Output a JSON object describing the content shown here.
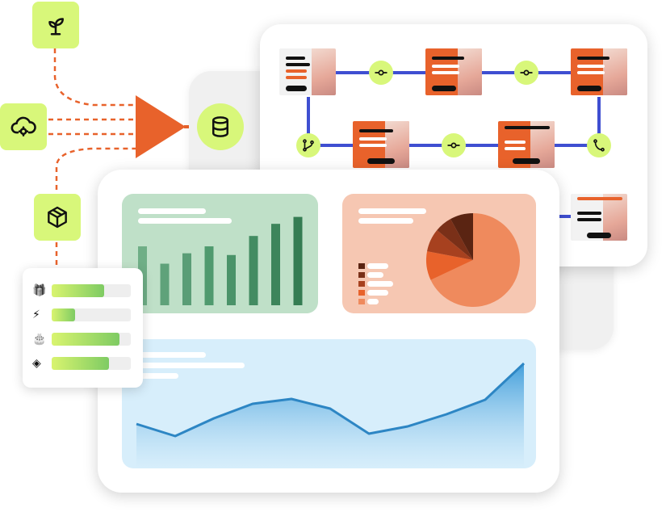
{
  "colors": {
    "accent_lime": "#d8f77a",
    "orange": "#e8622b",
    "flow_blue": "#3f4fd1",
    "bar_green": "#4f9a6e",
    "panel_green": "#bfe0c8",
    "panel_peach": "#f6c7b2",
    "panel_blue": "#d7eefb",
    "line_blue": "#2d86c4"
  },
  "icons": {
    "sprout": "sprout-icon",
    "cloud_gear": "cloud-gear-icon",
    "box": "box-icon",
    "database": "database-icon",
    "funnel": "funnel-triangle-icon"
  },
  "legend_items": [
    {
      "icon": "gift-icon",
      "glyph": "🎁",
      "fill": 0.66
    },
    {
      "icon": "lightning-icon",
      "glyph": "⚡",
      "fill": 0.3
    },
    {
      "icon": "cake-icon",
      "glyph": "🎂",
      "fill": 0.86
    },
    {
      "icon": "box-icon",
      "glyph": "◈",
      "fill": 0.72
    }
  ],
  "chart_data": [
    {
      "type": "bar",
      "values": [
        68,
        48,
        60,
        68,
        58,
        80,
        94,
        102
      ],
      "ylim": [
        0,
        110
      ],
      "grid": false
    },
    {
      "type": "pie",
      "values": [
        68,
        10,
        8,
        6,
        8
      ],
      "colors": [
        "#ef8a5d",
        "#e8622b",
        "#a7411f",
        "#7a3018",
        "#5a2412"
      ]
    },
    {
      "type": "area",
      "values": [
        55,
        40,
        62,
        80,
        86,
        74,
        43,
        52,
        67,
        85,
        130
      ],
      "ylim": [
        0,
        140
      ],
      "grid": false
    }
  ]
}
